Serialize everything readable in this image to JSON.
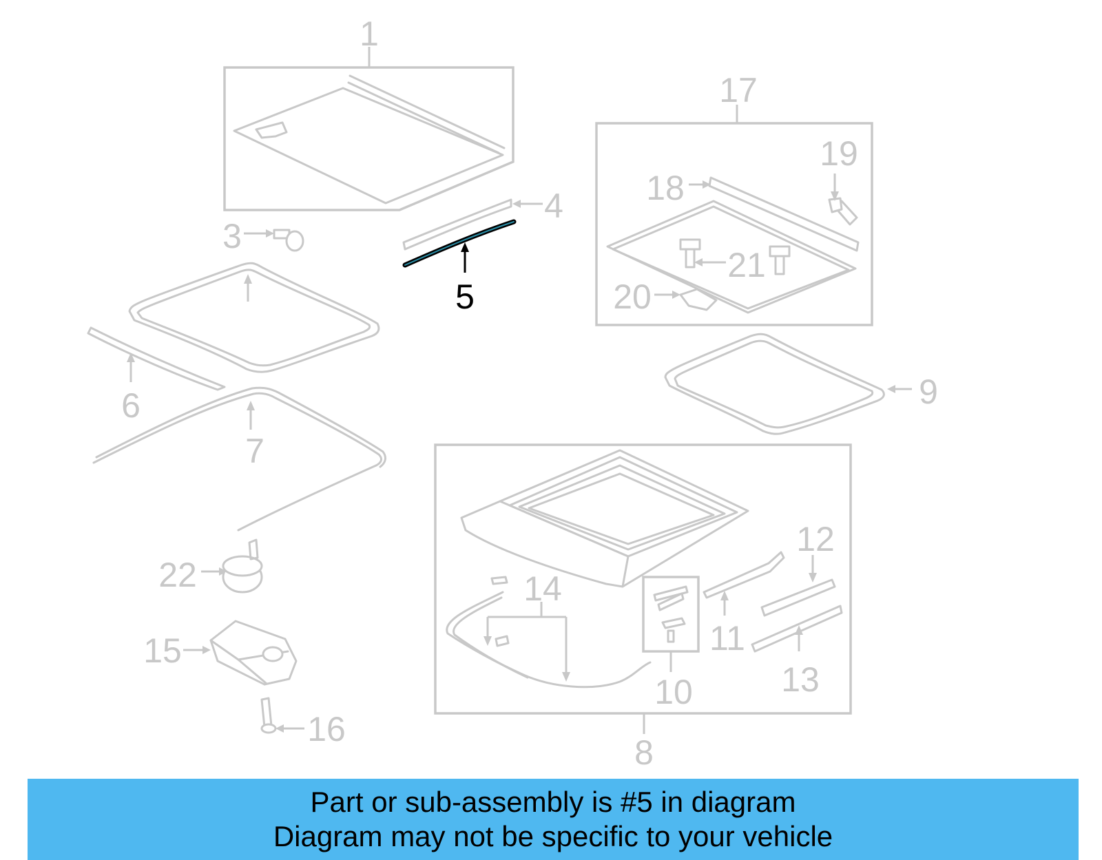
{
  "highlight_color": "#000000",
  "part_color": "#c8c8c8",
  "banner_color": "#4fb8f0",
  "callouts": {
    "c1": "1",
    "c3": "3",
    "c4": "4",
    "c5": "5",
    "c6": "6",
    "c7": "7",
    "c8": "8",
    "c9": "9",
    "c10": "10",
    "c11": "11",
    "c12": "12",
    "c13": "13",
    "c14": "14",
    "c15": "15",
    "c16": "16",
    "c17": "17",
    "c18": "18",
    "c19": "19",
    "c20": "20",
    "c21": "21",
    "c22": "22"
  },
  "banner": {
    "line1": "Part or sub-assembly is #5 in diagram",
    "line2": "Diagram may not be specific to your vehicle"
  }
}
